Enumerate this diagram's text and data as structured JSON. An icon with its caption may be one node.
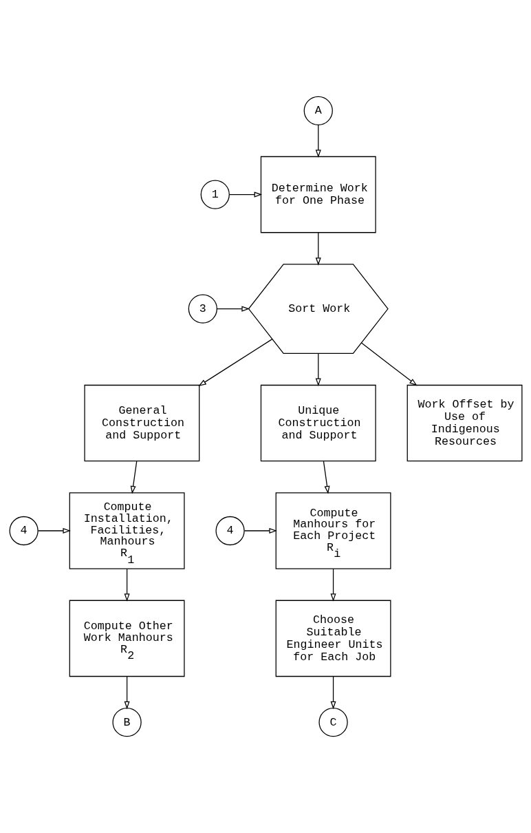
{
  "diagram": {
    "nodes": [
      {
        "text": [
          "A"
        ]
      },
      {
        "text": [
          "Determine Work for One Phase"
        ]
      },
      {
        "text": [
          "1"
        ]
      },
      {
        "text": [
          "Sort Work"
        ]
      },
      {
        "text": [
          "3"
        ]
      },
      {
        "text": [
          "General Construction and Support"
        ]
      },
      {
        "text": [
          "Unique Construction and Support"
        ]
      },
      {
        "text": [
          "Work Offset by Use of Indigenous Resources"
        ]
      },
      {
        "text": [
          "4"
        ]
      },
      {
        "text": [
          "Compute Installation, Facilities, Manhours",
          "R$_{1}$"
        ]
      },
      {
        "text": [
          "Compute Manhours for Each Project",
          "R$_{i}$"
        ]
      },
      {
        "text": [
          "4"
        ]
      },
      {
        "text": [
          "Compute Other Work Manhours",
          "R$_{2}$"
        ]
      },
      {
        "text": [
          "Choose Suitable Engineer Units for Each Job"
        ]
      },
      {
        "text": [
          "B"
        ]
      },
      {
        "text": [
          "C"
        ]
      }
    ],
    "edges": [
      {
        "from": 0,
        "to": 1,
        "arrow": "to"
      },
      {
        "from": 2,
        "to": 1,
        "arrow": "to"
      },
      {
        "from": 1,
        "to": 3,
        "arrow": "to"
      },
      {
        "from": 4,
        "to": 3,
        "arrow": "to"
      },
      {
        "from": 3,
        "to": 5,
        "arrow": "to"
      },
      {
        "from": 3,
        "to": 6,
        "arrow": "to"
      },
      {
        "from": 3,
        "to": 7,
        "arrow": "to"
      },
      {
        "from": 5,
        "to": 9,
        "arrow": "to"
      },
      {
        "from": 8,
        "to": 9,
        "arrow": "to"
      },
      {
        "from": 6,
        "to": 10,
        "arrow": "to"
      },
      {
        "from": 11,
        "to": 10,
        "arrow": "to"
      },
      {
        "from": 9,
        "to": 12,
        "arrow": "to"
      },
      {
        "from": 10,
        "to": 13,
        "arrow": "to"
      },
      {
        "from": 12,
        "to": 14,
        "arrow": "to"
      },
      {
        "from": 13,
        "to": 15,
        "arrow": "to"
      }
    ]
  }
}
